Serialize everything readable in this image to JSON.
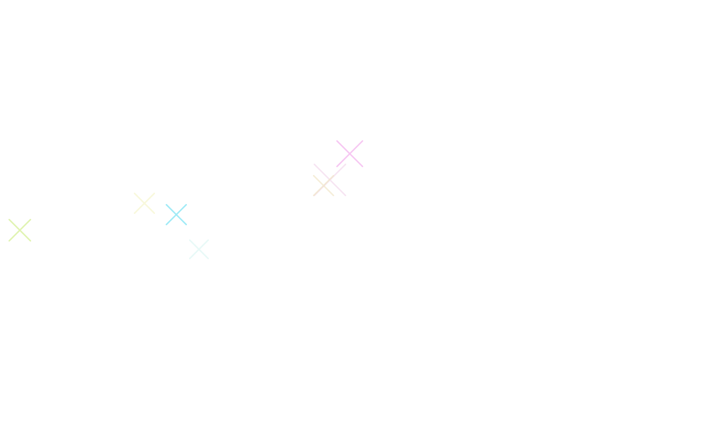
{
  "screen": {
    "background_color": "#ffffff"
  },
  "sparkles": [
    {
      "icon": "sparkle-cross-icon",
      "color": "#ddf2a8",
      "opacity": 0.9
    },
    {
      "icon": "sparkle-cross-icon",
      "color": "#f4f4c4",
      "opacity": 0.6
    },
    {
      "icon": "sparkle-cross-icon",
      "color": "#9eeaf6",
      "opacity": 1.0
    },
    {
      "icon": "sparkle-cross-icon",
      "color": "#dff7f4",
      "opacity": 0.7
    },
    {
      "icon": "sparkle-cross-icon",
      "color": "#f6c6f2",
      "opacity": 1.0
    },
    {
      "icon": "sparkle-cross-icon",
      "color": "#f4dcee",
      "opacity": 0.75
    },
    {
      "icon": "sparkle-cross-icon",
      "color": "#f1e6c8",
      "opacity": 0.7
    }
  ]
}
